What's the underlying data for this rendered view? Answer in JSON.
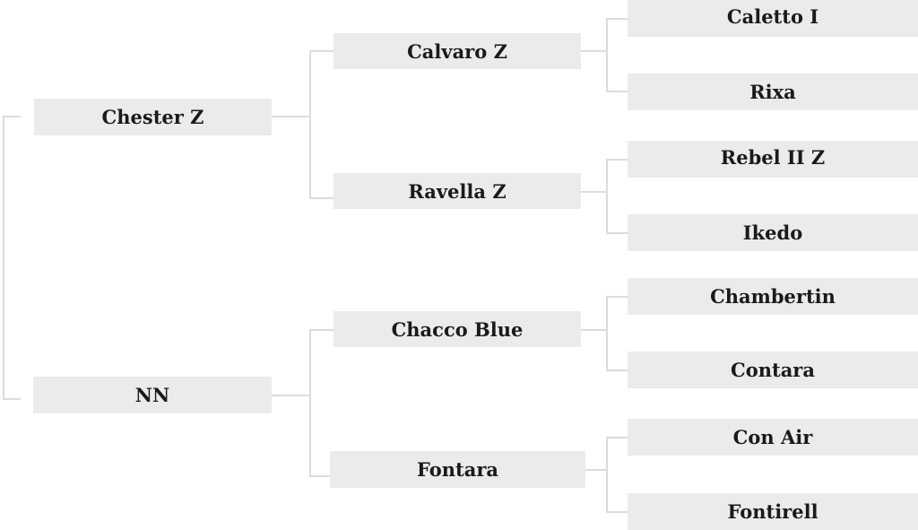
{
  "pedigree": {
    "parents": [
      {
        "name": "Chester Z"
      },
      {
        "name": "NN"
      }
    ],
    "grandparents": [
      {
        "name": "Calvaro Z"
      },
      {
        "name": "Ravella Z"
      },
      {
        "name": "Chacco Blue"
      },
      {
        "name": "Fontara"
      }
    ],
    "great_grandparents": [
      {
        "name": "Caletto I"
      },
      {
        "name": "Rixa"
      },
      {
        "name": "Rebel II Z"
      },
      {
        "name": "Ikedo"
      },
      {
        "name": "Chambertin"
      },
      {
        "name": "Contara"
      },
      {
        "name": "Con Air"
      },
      {
        "name": "Fontirell"
      }
    ]
  }
}
